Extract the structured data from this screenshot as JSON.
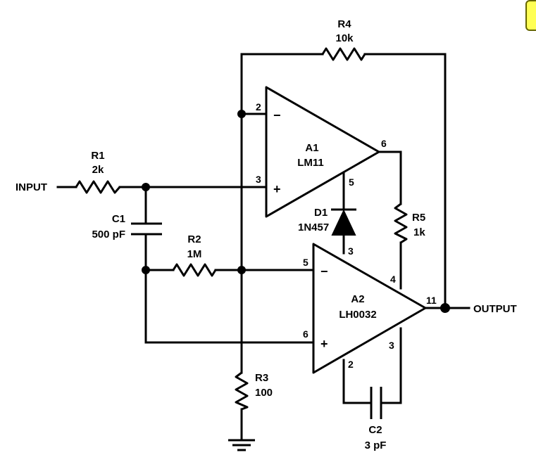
{
  "labels": {
    "input": "INPUT",
    "output": "OUTPUT",
    "r1_name": "R1",
    "r1_value": "2k",
    "r2_name": "R2",
    "r2_value": "1M",
    "r3_name": "R3",
    "r3_value": "100",
    "r4_name": "R4",
    "r4_value": "10k",
    "r5_name": "R5",
    "r5_value": "1k",
    "c1_name": "C1",
    "c1_value": "500 pF",
    "c2_name": "C2",
    "c2_value": "3 pF",
    "d1_name": "D1",
    "d1_value": "1N457",
    "a1_name": "A1",
    "a1_value": "LM11",
    "a2_name": "A2",
    "a2_value": "LH0032"
  },
  "pins": {
    "a1_inv": "2",
    "a1_noninv": "3",
    "a1_out": "6",
    "a1_pin5": "5",
    "a2_inv": "5",
    "a2_noninv": "6",
    "a2_pin3_top": "3",
    "a2_pin4": "4",
    "a2_out": "11",
    "a2_pin2": "2",
    "a2_pin3_bottom": "3"
  },
  "signs": {
    "minus": "−",
    "plus": "+"
  },
  "colors": {
    "ink": "#000000",
    "background": "#ffffff",
    "corner_tag": "#ffff55"
  }
}
